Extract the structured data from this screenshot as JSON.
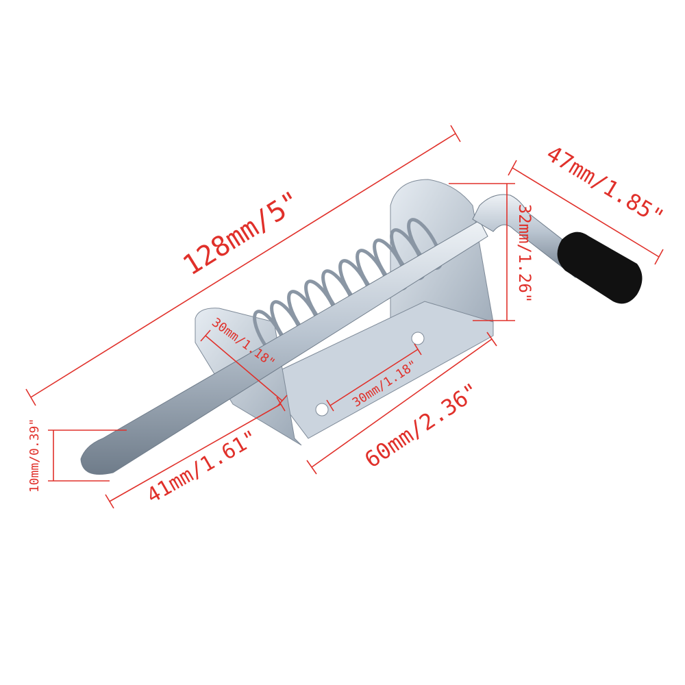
{
  "colors": {
    "dimension": "#e0302a",
    "metal": "#c9d3de",
    "metal_dark": "#8e9aa8",
    "grip": "#111111"
  },
  "dimensions": {
    "overall_length": "128mm/5\"",
    "handle_length": "47mm/1.85\"",
    "bracket_height": "32mm/1.26\"",
    "plate_width_left": "30mm/1.18\"",
    "hole_spacing": "30mm/1.18\"",
    "base_length": "60mm/2.36\"",
    "pin_extension": "41mm/1.61\"",
    "pin_diameter": "10mm/0.39\""
  }
}
